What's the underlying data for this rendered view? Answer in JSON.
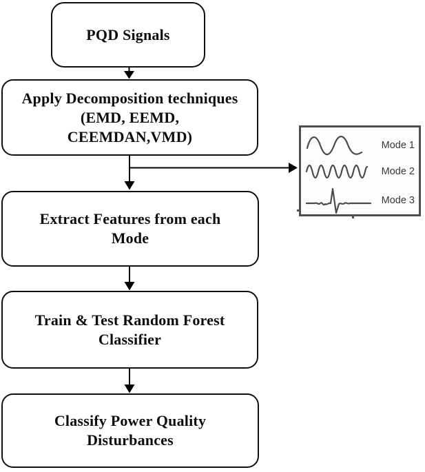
{
  "colors": {
    "box_border": "#0e0e0e",
    "box_text": "#0d0d0d",
    "panel_border": "#4f4f4f",
    "waveform": "#4a4a4a",
    "mode_label": "#383838",
    "arrow": "#000000",
    "background": "#ffffff"
  },
  "boxes": {
    "pqd": {
      "lines": [
        "PQD Signals"
      ]
    },
    "decompose": {
      "lines": [
        "Apply Decomposition techniques",
        "(EMD, EEMD,",
        "CEEMDAN,VMD)"
      ]
    },
    "extract": {
      "lines": [
        "Extract Features from each",
        "Mode"
      ]
    },
    "train": {
      "lines": [
        "Train & Test Random Forest",
        "Classifier"
      ]
    },
    "classify": {
      "lines": [
        "Classify Power Quality",
        "Disturbances"
      ]
    }
  },
  "mode_panel": {
    "labels": [
      "Mode 1",
      "Mode 2",
      "Mode 3"
    ],
    "waveforms": [
      "low-frequency-sine",
      "high-frequency-sine",
      "transient-spike"
    ]
  }
}
